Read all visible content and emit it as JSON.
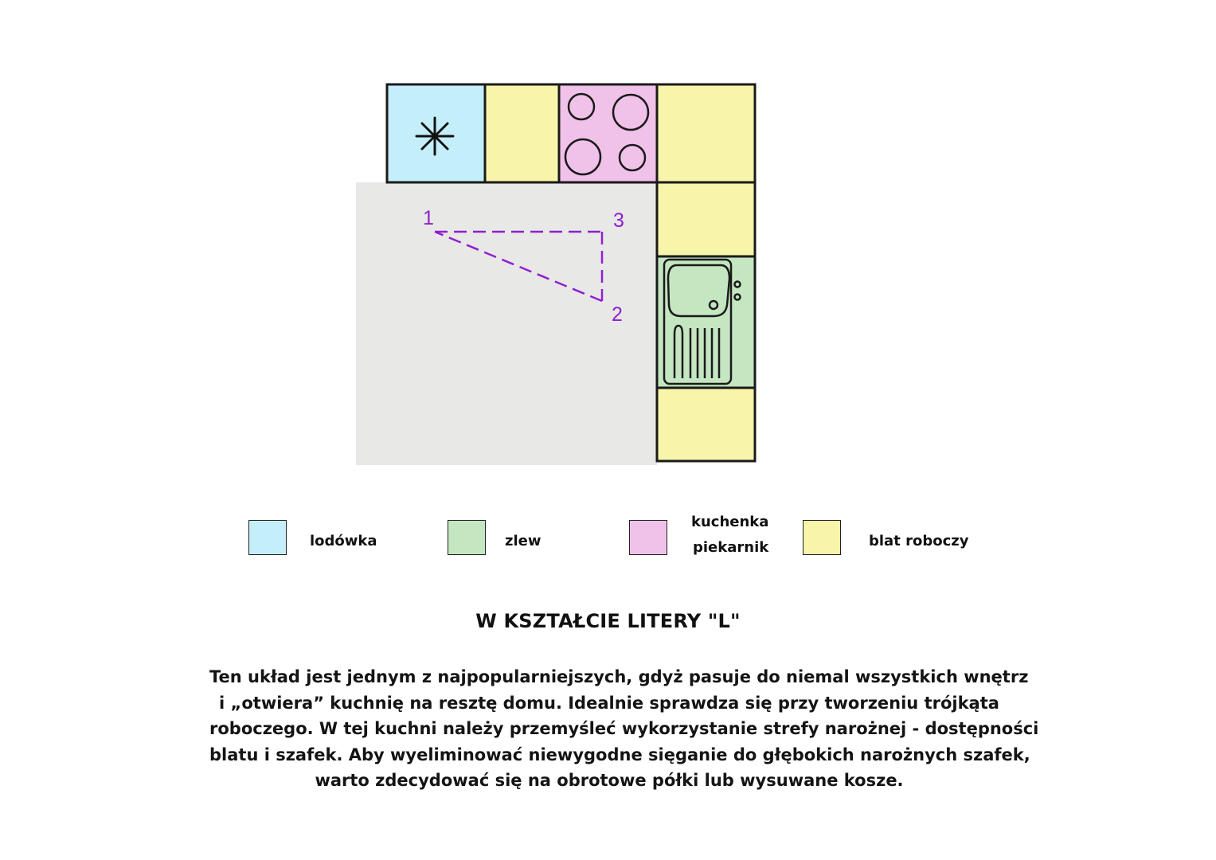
{
  "colors": {
    "fridge": "#c5eefb",
    "sink": "#c4e6c1",
    "stove": "#f0c1e9",
    "countertop": "#f8f4a9",
    "floor": "#e8e8e7",
    "triangle": "#8f20cf",
    "outline": "#1a1a1a"
  },
  "triangle": {
    "labels": [
      "1",
      "2",
      "3"
    ]
  },
  "icons": {
    "fridge": "snowflake-icon",
    "stove": "burner-icon",
    "sink": "sink-basin-icon"
  },
  "legend": {
    "fridge_label": "lodówka",
    "sink_label": "zlew",
    "stove_label_1": "kuchenka",
    "stove_label_2": "piekarnik",
    "countertop_label": "blat roboczy"
  },
  "title": "W KSZTAŁCIE LITERY \"L\"",
  "description": [
    "Ten układ jest jednym z najpopularniejszych, gdyż pasuje do niemal wszystkich wnętrz",
    "i „otwiera” kuchnię na resztę domu. Idealnie sprawdza się przy tworzeniu trójkąta",
    "roboczego. W tej kuchni należy przemyśleć wykorzystanie strefy narożnej - dostępności",
    "blatu i szafek. Aby wyeliminować niewygodne sięganie do głębokich narożnych szafek,",
    "warto zdecydować się na obrotowe półki lub wysuwane kosze."
  ]
}
